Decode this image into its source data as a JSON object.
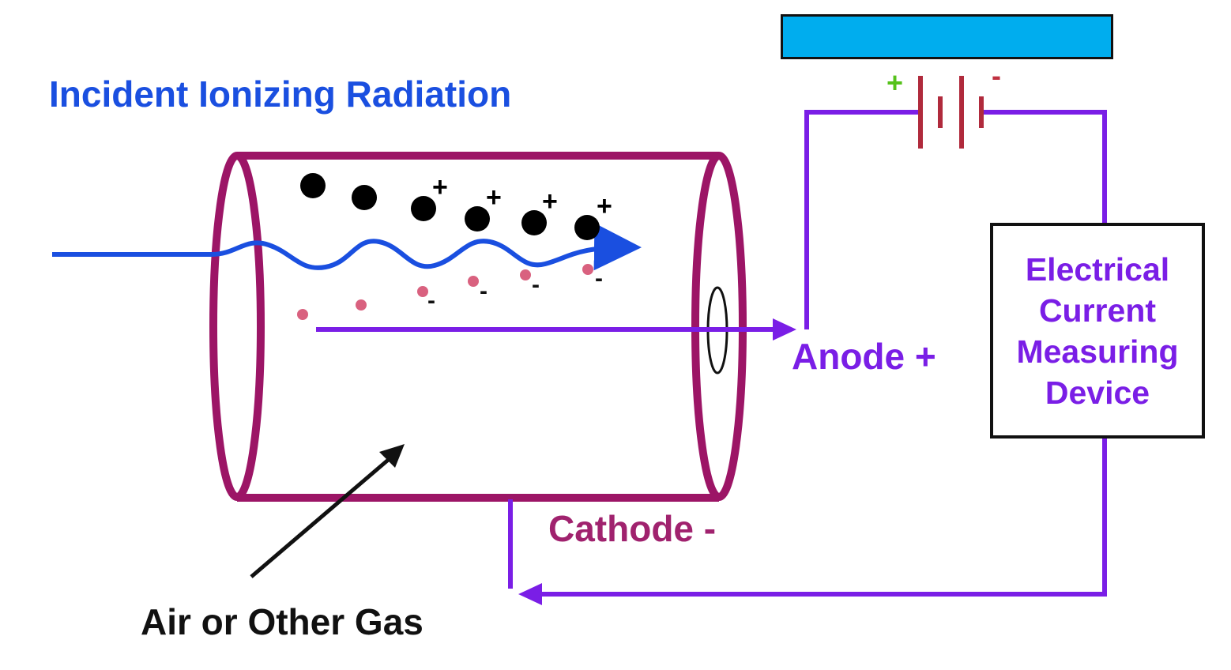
{
  "labels": {
    "incident": "Incident Ionizing Radiation",
    "anode": "Anode +",
    "cathode": "Cathode -",
    "gas": "Air or Other Gas",
    "meter_lines": [
      "Electrical",
      "Current",
      "Measuring",
      "Device"
    ],
    "battery_plus": "+",
    "battery_minus": "-",
    "ion_plus": "+",
    "electron_minus": "-"
  },
  "colors": {
    "radiation": "#1a4fe0",
    "wire": "#7a1ee6",
    "chamber": "#9c1566",
    "cathode_text": "#a0226e",
    "ion": "#000000",
    "electron": "#d9617f",
    "battery": "#b02a3c",
    "battery_plus": "#56c21b",
    "battery_minus": "#c03040",
    "header_bar": "#00adee",
    "arrow_black": "#111111"
  },
  "icons": {
    "battery": "battery-icon",
    "arrow": "arrow-icon"
  }
}
